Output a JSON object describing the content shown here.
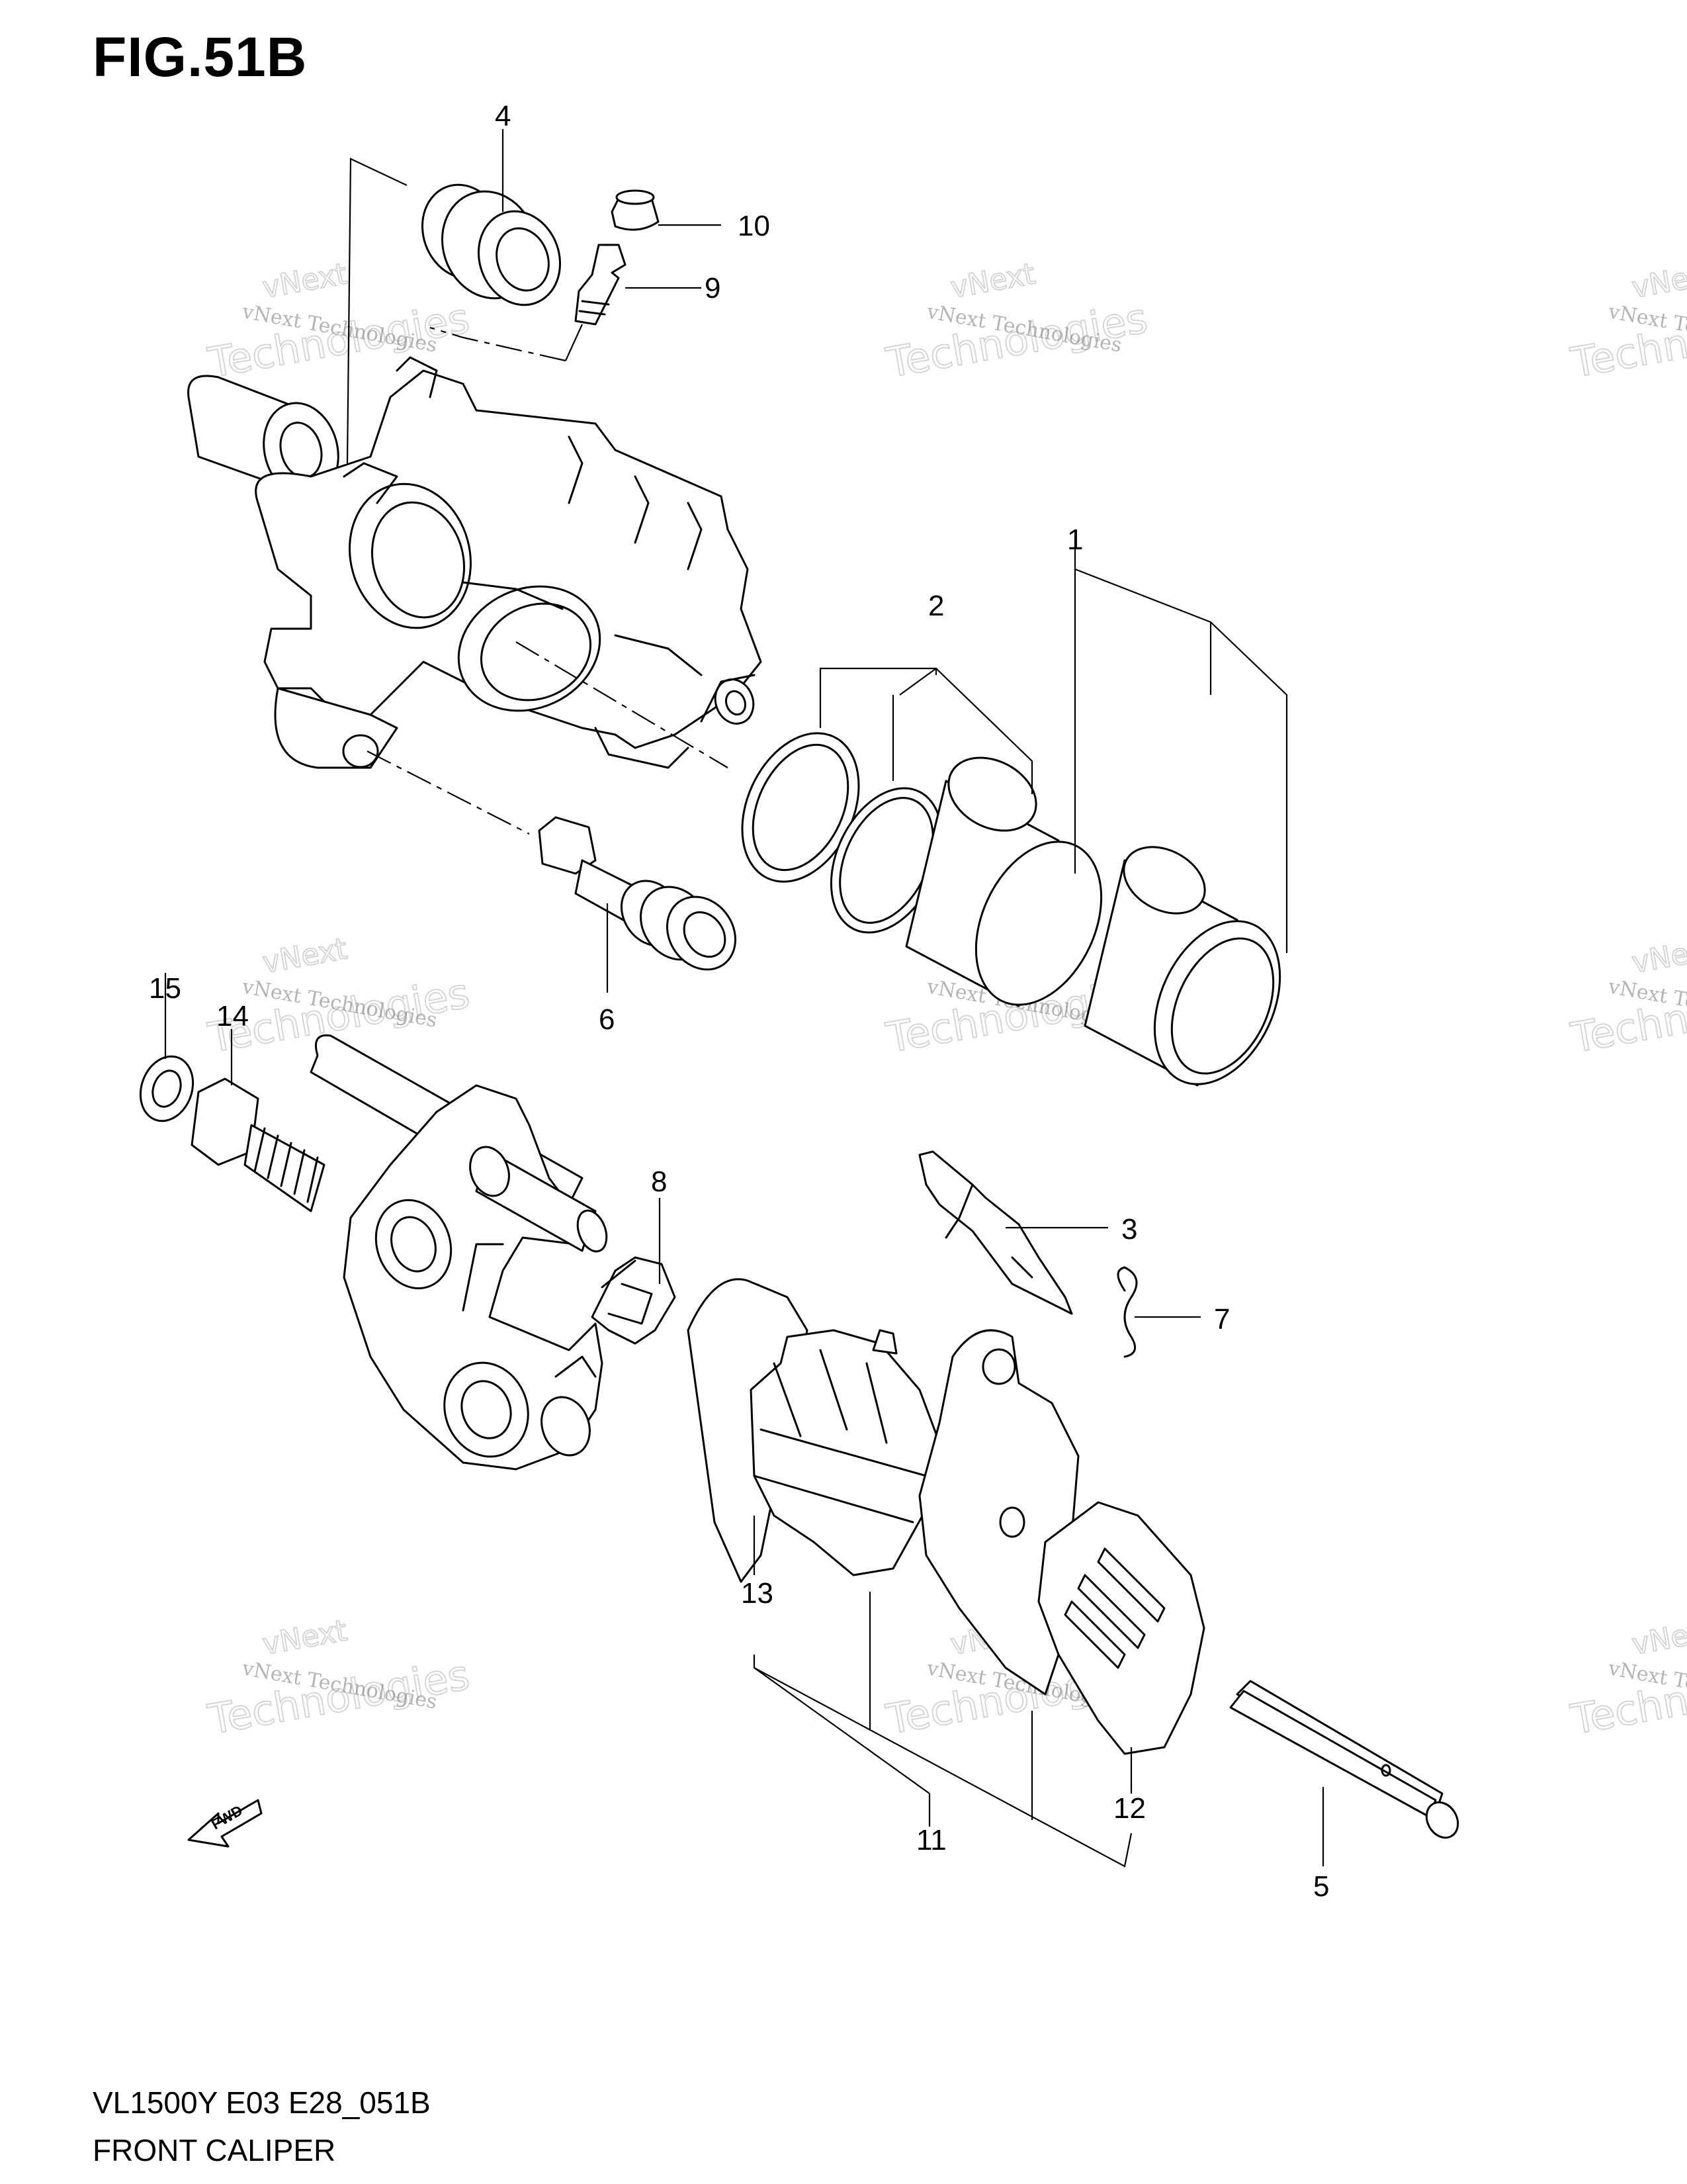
{
  "figure": {
    "title": "FIG.51B",
    "model_code": "VL1500Y E03 E28_051B",
    "caption": "FRONT CALIPER"
  },
  "watermark": {
    "line1": "vNext Technologies",
    "line2": "Technologies",
    "line3": "vNext"
  },
  "fwd_arrow": {
    "label": "FWD"
  },
  "callouts": [
    {
      "id": "1",
      "label": "1"
    },
    {
      "id": "2",
      "label": "2"
    },
    {
      "id": "3",
      "label": "3"
    },
    {
      "id": "4",
      "label": "4"
    },
    {
      "id": "5",
      "label": "5"
    },
    {
      "id": "6",
      "label": "6"
    },
    {
      "id": "7",
      "label": "7"
    },
    {
      "id": "8",
      "label": "8"
    },
    {
      "id": "9",
      "label": "9"
    },
    {
      "id": "10",
      "label": "10"
    },
    {
      "id": "11",
      "label": "11"
    },
    {
      "id": "12",
      "label": "12"
    },
    {
      "id": "13",
      "label": "13"
    },
    {
      "id": "14",
      "label": "14"
    },
    {
      "id": "15",
      "label": "15"
    }
  ]
}
